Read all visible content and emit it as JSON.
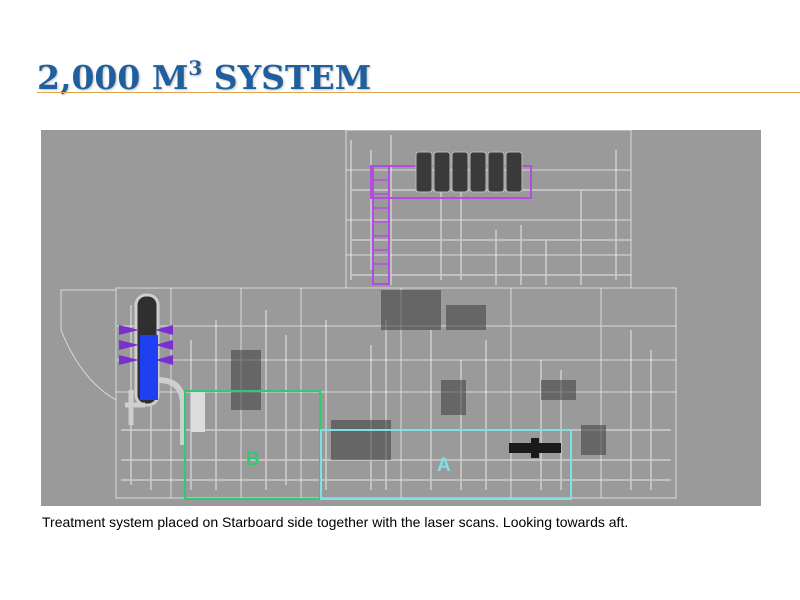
{
  "slide": {
    "title_main": "2,000 M",
    "title_sup": "3",
    "title_rest": " SYSTEM",
    "caption": "Treatment system placed on Starboard side together with the laser scans. Looking towards aft."
  },
  "zones": {
    "a_label": "A",
    "b_label": "B"
  },
  "colors": {
    "title": "#1f5f9e",
    "rule": "#e0a24a",
    "scan_bg": "#9a9a9a",
    "zone_a": "#7fe0e8",
    "zone_b": "#2ecc71",
    "tanks_outline": "#b44ce0",
    "filter_unit": "#7a2fd0",
    "filter_core": "#1f3ff0"
  }
}
